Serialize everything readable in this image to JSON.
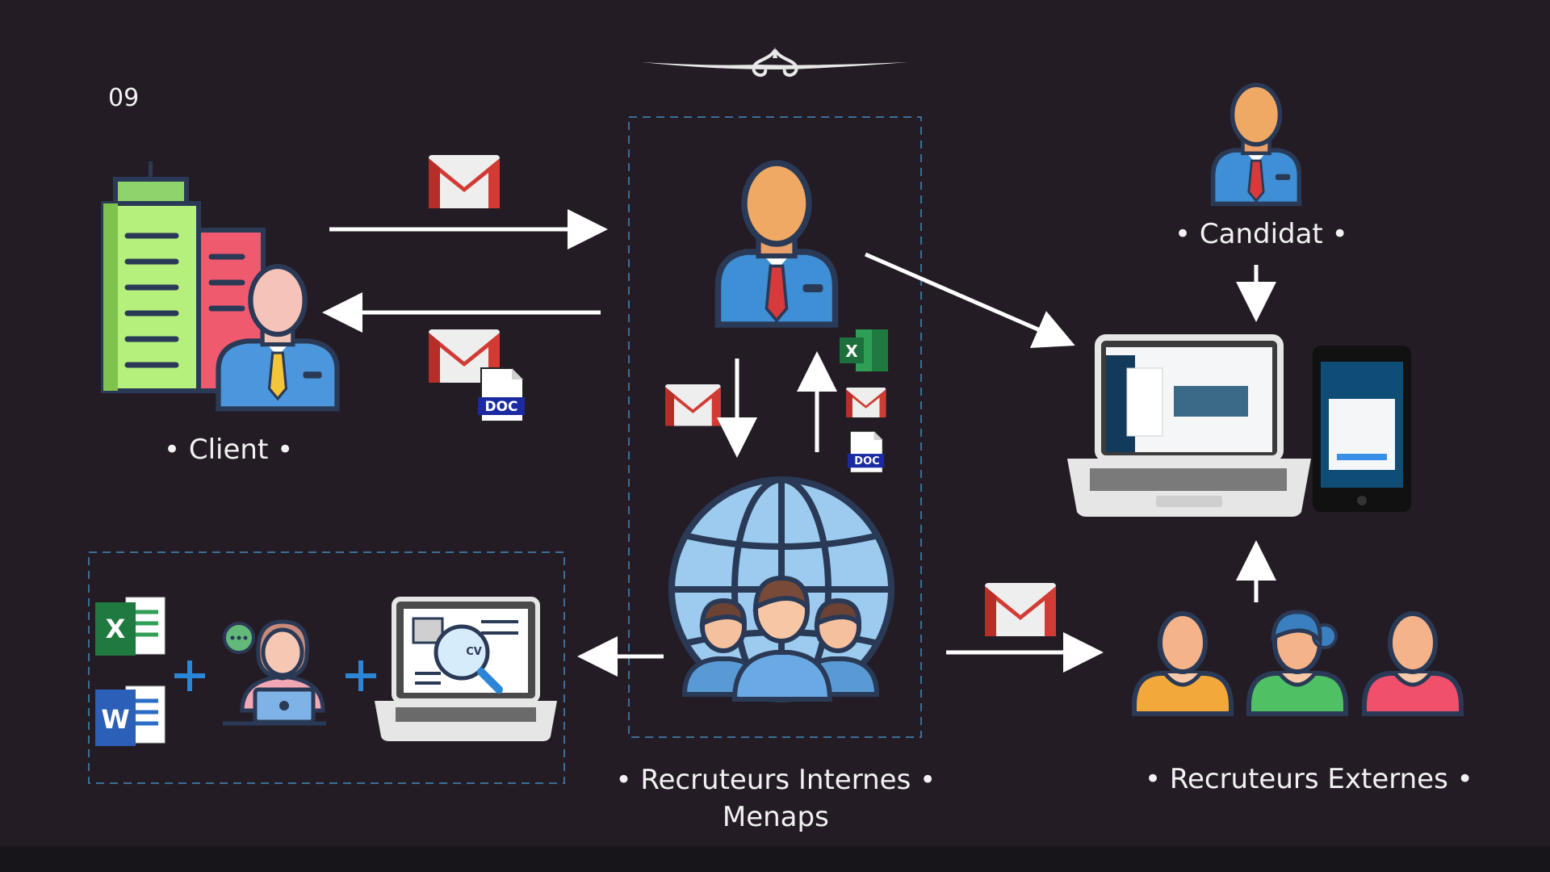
{
  "page_number": "09",
  "labels": {
    "client": "• Client •",
    "candidat": "• Candidat •",
    "internes_line1": "• Recruteurs Internes •",
    "internes_line2": "Menaps",
    "externes": "• Recruteurs Externes •"
  },
  "badges": {
    "doc": "DOC",
    "excel": "X",
    "word": "W",
    "cv": "CV"
  },
  "icons": [
    "gmail-icon",
    "doc-file-icon",
    "excel-icon",
    "word-icon",
    "building-icon",
    "person-icon",
    "globe-team-icon",
    "laptop-icon",
    "phone-icon",
    "support-agent-icon"
  ],
  "colors": {
    "background": "#241c25",
    "dashed_border": "#3a6f96",
    "arrow": "#ffffff",
    "gmail_red": "#d23b33"
  }
}
